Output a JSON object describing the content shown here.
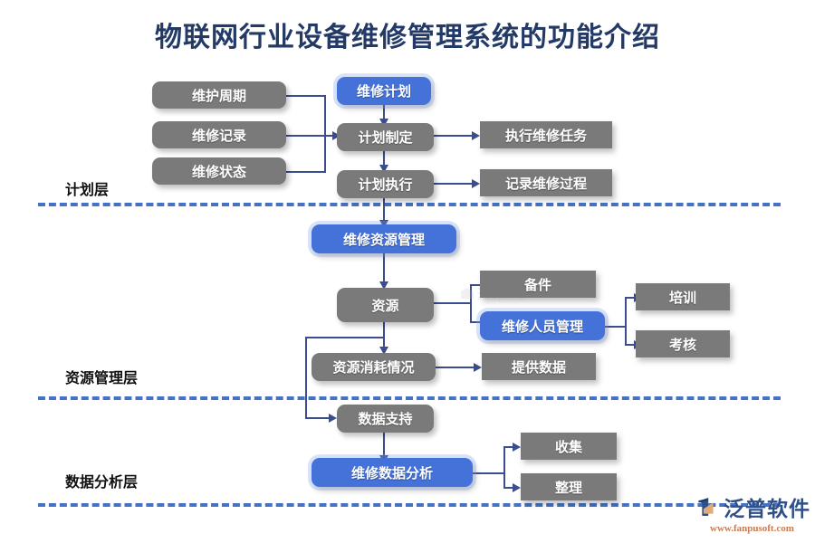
{
  "title": "物联网行业设备维修管理系统的功能介绍",
  "layers": [
    {
      "id": "plan",
      "label": "计划层"
    },
    {
      "id": "resource",
      "label": "资源管理层"
    },
    {
      "id": "analysis",
      "label": "数据分析层"
    }
  ],
  "colors": {
    "title": "#233A66",
    "accent_blue": "#4472D8",
    "divider_blue": "#4472C4",
    "node_gray": "#7A7A7A",
    "connector": "#3B4D8F",
    "logo_blue": "#2E4F87",
    "logo_orange": "#C77B52"
  },
  "nodes": {
    "maintenance_cycle": {
      "label": "维护周期",
      "style": "gray-round"
    },
    "repair_record": {
      "label": "维修记录",
      "style": "gray-round"
    },
    "repair_status": {
      "label": "维修状态",
      "style": "gray-round"
    },
    "repair_plan": {
      "label": "维修计划",
      "style": "blue"
    },
    "plan_formulation": {
      "label": "计划制定",
      "style": "gray-round"
    },
    "plan_execution": {
      "label": "计划执行",
      "style": "gray-round"
    },
    "execute_task": {
      "label": "执行维修任务",
      "style": "gray-sharp"
    },
    "record_process": {
      "label": "记录维修过程",
      "style": "gray-sharp"
    },
    "resource_management": {
      "label": "维修资源管理",
      "style": "blue"
    },
    "resource": {
      "label": "资源",
      "style": "gray-round"
    },
    "spare_parts": {
      "label": "备件",
      "style": "gray-sharp"
    },
    "staff_management": {
      "label": "维修人员管理",
      "style": "blue"
    },
    "training": {
      "label": "培训",
      "style": "gray-sharp"
    },
    "assessment": {
      "label": "考核",
      "style": "gray-sharp"
    },
    "resource_consumption": {
      "label": "资源消耗情况",
      "style": "gray-round"
    },
    "provide_data": {
      "label": "提供数据",
      "style": "gray-sharp"
    },
    "data_support": {
      "label": "数据支持",
      "style": "gray-round"
    },
    "data_analysis": {
      "label": "维修数据分析",
      "style": "blue"
    },
    "collect": {
      "label": "收集",
      "style": "gray-sharp"
    },
    "organize": {
      "label": "整理",
      "style": "gray-sharp"
    }
  },
  "watermarks": [
    {
      "name": "泛普软件",
      "url": "www.fanpusoft.com"
    },
    {
      "name": "泛普软件",
      "url": "www.fanpusoft.com"
    }
  ],
  "logo": {
    "name": "泛普软件",
    "url": "www.fanpusoft.com"
  }
}
